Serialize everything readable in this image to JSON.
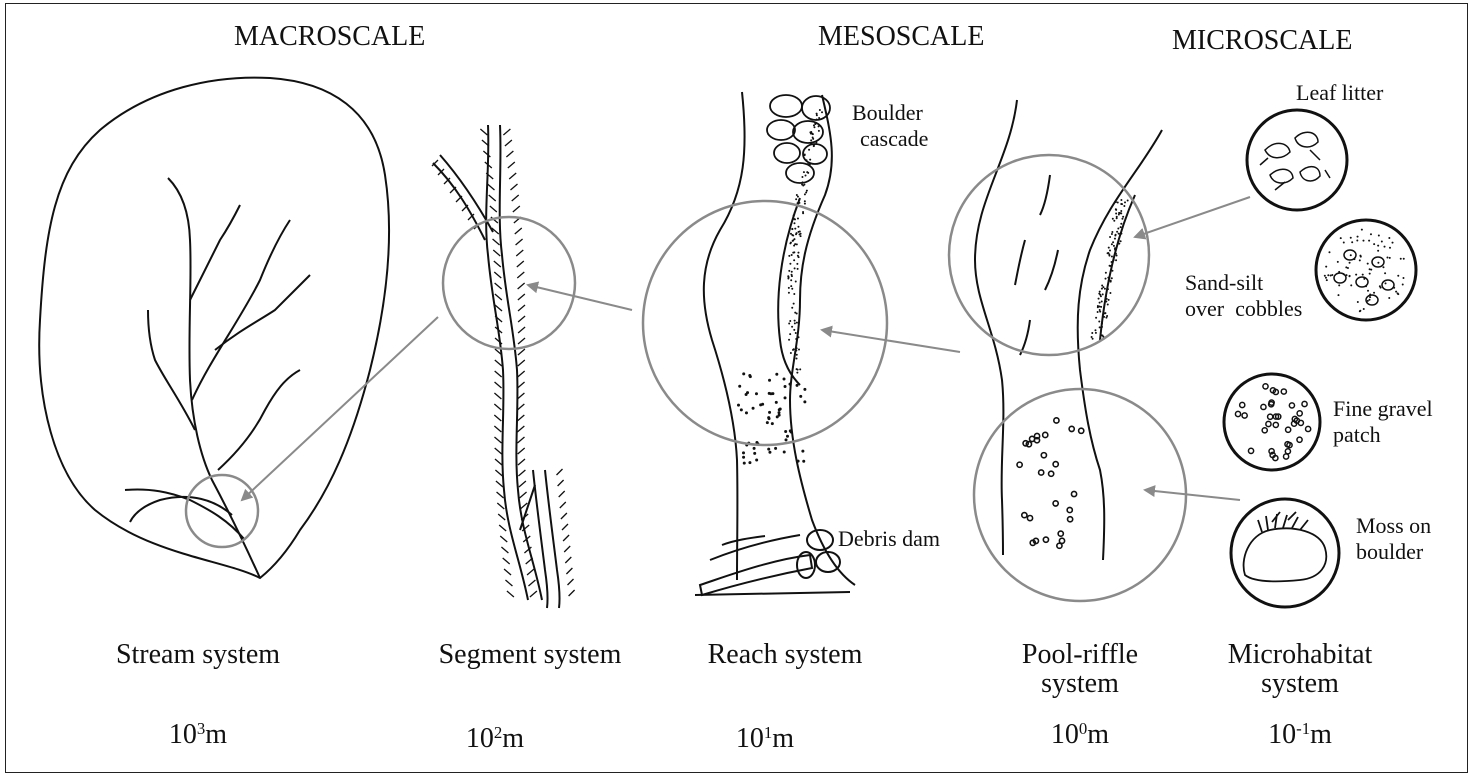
{
  "scales": {
    "macro": "MACROSCALE",
    "meso": "MESOSCALE",
    "micro": "MICROSCALE"
  },
  "systems": [
    {
      "line1": "Stream system",
      "line2": "",
      "base": "10",
      "exp": "3",
      "unit": "m"
    },
    {
      "line1": "Segment system",
      "line2": "",
      "base": "10",
      "exp": "2",
      "unit": "m"
    },
    {
      "line1": "Reach system",
      "line2": "",
      "base": "10",
      "exp": "1",
      "unit": "m"
    },
    {
      "line1": "Pool-riffle",
      "line2": "system",
      "base": "10",
      "exp": "0",
      "unit": "m"
    },
    {
      "line1": "Microhabitat",
      "line2": "system",
      "base": "10",
      "exp": "-1",
      "unit": "m"
    }
  ],
  "annotations": {
    "boulder_1": "Boulder",
    "boulder_2": "cascade",
    "debris": "Debris dam",
    "leaf": "Leaf litter",
    "sand_1": "Sand-silt",
    "sand_2": "over  cobbles",
    "gravel_1": "Fine gravel",
    "gravel_2": "patch",
    "moss_1": "Moss on",
    "moss_2": "boulder"
  },
  "colors": {
    "ink": "#111111",
    "circle": "#8a8a8a",
    "arrow": "#8a8a8a"
  }
}
